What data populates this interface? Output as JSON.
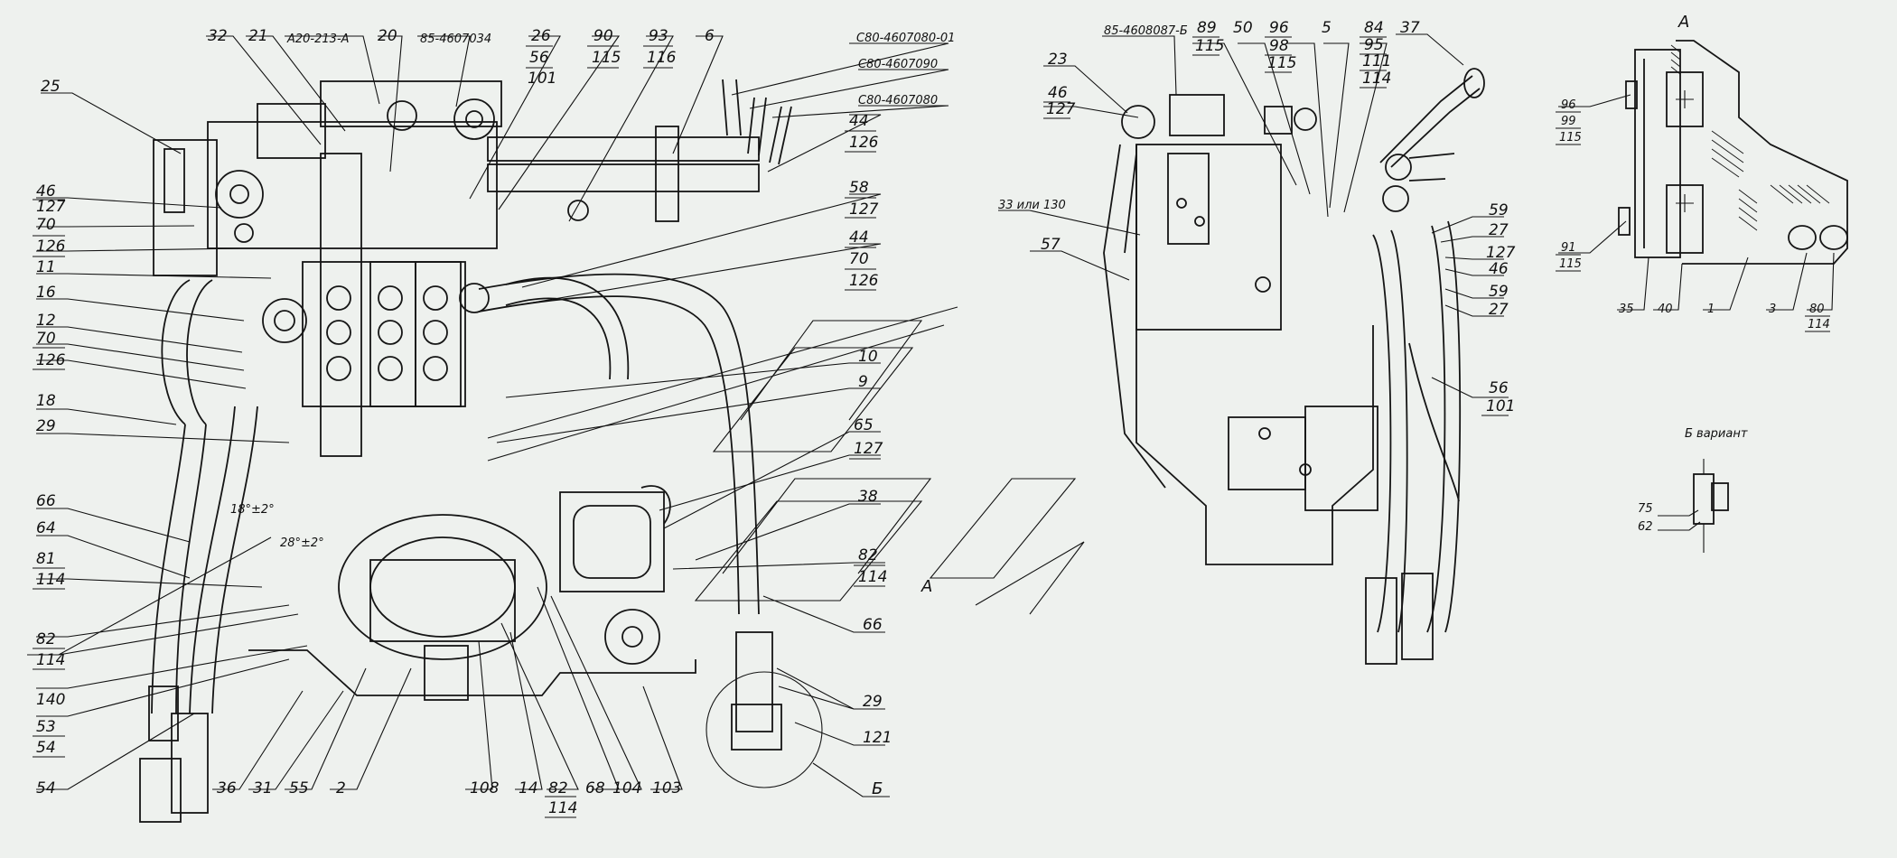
{
  "drawing": {
    "designations": {
      "a20": "А20-213-А",
      "p85a": "85-4607034",
      "p85b": "85-4608087-Б",
      "s01": "С80-4607080-01",
      "s090": "С80-4607090",
      "s080": "С80-4607080",
      "alt33": "33 или 130",
      "angle1": "18°±2°",
      "angle2": "28°±2°",
      "viewA": "А",
      "viewB": "Б",
      "variantB": "Б вариант"
    },
    "labels": {
      "n32": "32",
      "n21": "21",
      "n20": "20",
      "n26": "26",
      "n56": "56",
      "n101": "101",
      "n90": "90",
      "n115": "115",
      "n93": "93",
      "n116": "116",
      "n6": "6",
      "n25": "25",
      "n46": "46",
      "n127": "127",
      "n70": "70",
      "n126": "126",
      "n11": "11",
      "n16": "16",
      "n12": "12",
      "n70b": "70",
      "n126b": "126",
      "n18": "18",
      "n29": "29",
      "n66": "66",
      "n64": "64",
      "n81": "81",
      "n114": "114",
      "n82": "82",
      "n114b": "114",
      "n140": "140",
      "n53": "53",
      "n54": "54",
      "n54b": "54",
      "n36": "36",
      "n31": "31",
      "n55": "55",
      "n2": "2",
      "n108": "108",
      "n14": "14",
      "n82b": "82",
      "n114c": "114",
      "n68": "68",
      "n104": "104",
      "n103": "103",
      "n44": "44",
      "n126c": "126",
      "n58": "58",
      "n127b": "127",
      "n44b": "44",
      "n70c": "70",
      "n126d": "126",
      "n10": "10",
      "n9": "9",
      "n65": "65",
      "n127c": "127",
      "n38": "38",
      "n82c": "82",
      "n114d": "114",
      "n66b": "66",
      "n29b": "29",
      "n121": "121",
      "r23": "23",
      "r46": "46",
      "r127": "127",
      "r89": "89",
      "r115": "115",
      "r50": "50",
      "r96": "96",
      "r98": "98",
      "r115b": "115",
      "r5": "5",
      "r84": "84",
      "r95": "95",
      "r111": "111",
      "r114": "114",
      "r37": "37",
      "r57": "57",
      "r59": "59",
      "r27": "27",
      "r127b": "127",
      "r46b": "46",
      "r59b": "59",
      "r27b": "27",
      "r56": "56",
      "r101": "101",
      "a96": "96",
      "a99": "99",
      "a115": "115",
      "a91": "91",
      "a115b": "115",
      "a35": "35",
      "a40": "40",
      "a1": "1",
      "a3": "3",
      "a80": "80",
      "a114": "114",
      "b75": "75",
      "b62": "62"
    }
  }
}
